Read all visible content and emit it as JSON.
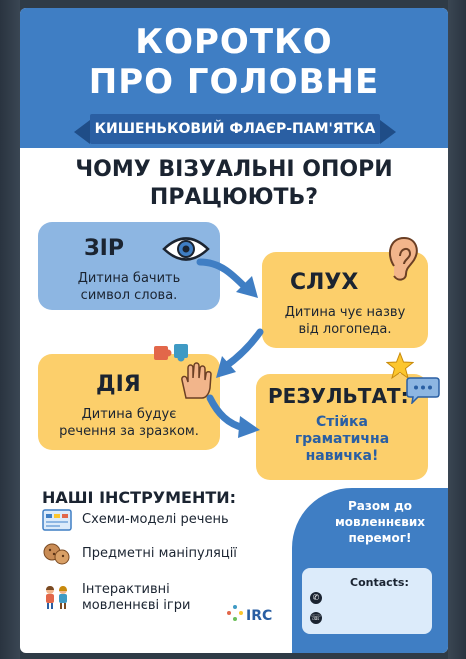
{
  "header": {
    "title_line1": "КОРОТКО",
    "title_line2": "ПРО ГОЛОВНЕ",
    "subtitle": "КИШЕНЬКОВИЙ ФЛАЄР-ПАМ'ЯТКА"
  },
  "question": {
    "line1": "ЧОМУ ВІЗУАЛЬНІ ОПОРИ",
    "line2": "ПРАЦЮЮТЬ?"
  },
  "cards": {
    "sight": {
      "title": "ЗІР",
      "text1": "Дитина бачить",
      "text2": "символ слова."
    },
    "hearing": {
      "title": "СЛУХ",
      "text1": "Дитина чує назву",
      "text2": "від логопеда."
    },
    "action": {
      "title": "ДІЯ",
      "text1": "Дитина будує",
      "text2": "речення за зразком."
    },
    "result": {
      "title": "РЕЗУЛЬТАТ:",
      "text1": "Стійка",
      "text2": "граматична",
      "text3": "навичка!"
    }
  },
  "tools": {
    "title": "НАШІ ІНСТРУМЕНТИ:",
    "items": [
      {
        "label": "Схеми-моделі речень",
        "icon": "schema-icon"
      },
      {
        "label": "Предметні маніпуляції",
        "icon": "cookies-icon"
      },
      {
        "label_line1": "Інтерактивні",
        "label_line2": "мовленнєві ігри",
        "icon": "kids-icon"
      }
    ]
  },
  "contact": {
    "together_line1": "Разом до",
    "together_line2": "мовленнєвих",
    "together_line3": "перемог!",
    "label": "Contacts:",
    "logo": "IRC"
  },
  "colors": {
    "header_blue": "#3f7ec4",
    "card_blue": "#8db6e2",
    "card_yellow": "#fccf6b",
    "arrow_blue": "#3f7ec4"
  }
}
